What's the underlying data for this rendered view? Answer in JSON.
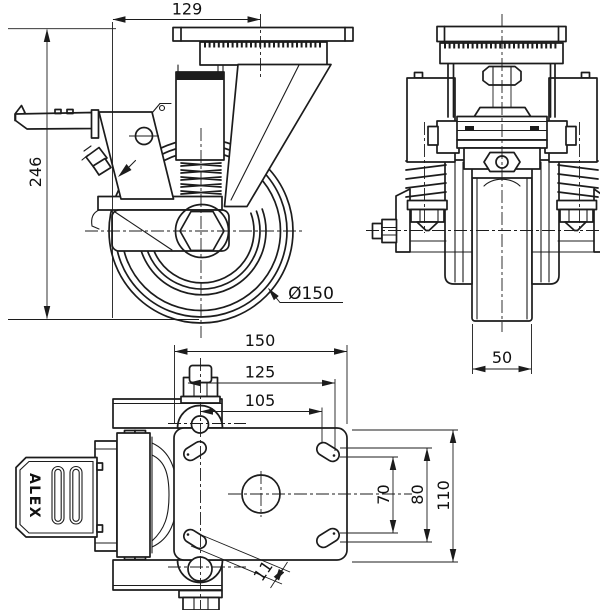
{
  "drawing": {
    "type": "caster-technical-drawing",
    "line_color": "#1c1c1c",
    "background": "#ffffff"
  },
  "side_view": {
    "offset_129": "129",
    "height_246": "246",
    "wheel_diameter": "Ø150"
  },
  "front_view": {
    "wheel_width": "50"
  },
  "plan_view": {
    "brand": "ALEX",
    "plate_length": "150",
    "span_125": "125",
    "span_105": "105",
    "pitch_70": "70",
    "pitch_80": "80",
    "plate_width_110": "110",
    "slot_width_11": "11"
  }
}
